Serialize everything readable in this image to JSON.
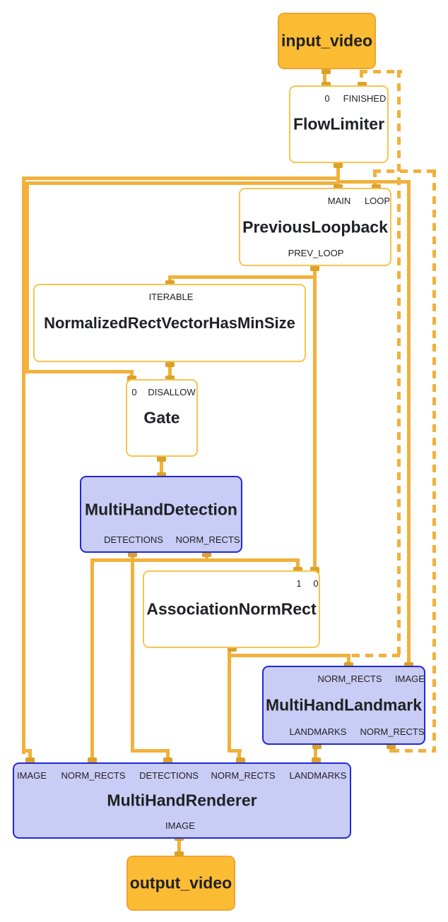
{
  "colors": {
    "edge": "#F2B13C",
    "port": "#DBA128",
    "stream_fill": "#FBBC34",
    "stream_border": "#F0A330",
    "calculator_border": "#F8C44F",
    "subgraph_fill": "#C9CDF5",
    "subgraph_border": "#1F27DD",
    "text": "#202124"
  },
  "nodes": {
    "input_video": {
      "label": "input_video"
    },
    "flow_limiter": {
      "title": "FlowLimiter",
      "ports": {
        "in0": "0",
        "finished": "FINISHED"
      }
    },
    "previous_loopback": {
      "title": "PreviousLoopback",
      "ports": {
        "main": "MAIN",
        "loop": "LOOP",
        "prev_loop": "PREV_LOOP"
      }
    },
    "normalized_rect_vector_has_min_size": {
      "title": "NormalizedRectVectorHasMinSize",
      "ports": {
        "iterable": "ITERABLE"
      }
    },
    "gate": {
      "title": "Gate",
      "ports": {
        "in0": "0",
        "disallow": "DISALLOW"
      }
    },
    "multi_hand_detection": {
      "title": "MultiHandDetection",
      "ports": {
        "detections": "DETECTIONS",
        "norm_rects": "NORM_RECTS"
      }
    },
    "association_norm_rect": {
      "title": "AssociationNormRect",
      "ports": {
        "in1": "1",
        "in0": "0"
      }
    },
    "multi_hand_landmark": {
      "title": "MultiHandLandmark",
      "ports": {
        "norm_rects_in": "NORM_RECTS",
        "image_in": "IMAGE",
        "landmarks_out": "LANDMARKS",
        "norm_rects_out": "NORM_RECTS"
      }
    },
    "multi_hand_renderer": {
      "title": "MultiHandRenderer",
      "ports": {
        "image_in": "IMAGE",
        "norm_rects0_in": "NORM_RECTS",
        "detections_in": "DETECTIONS",
        "norm_rects1_in": "NORM_RECTS",
        "landmarks_in": "LANDMARKS",
        "image_out": "IMAGE"
      }
    },
    "output_video": {
      "label": "output_video"
    }
  }
}
